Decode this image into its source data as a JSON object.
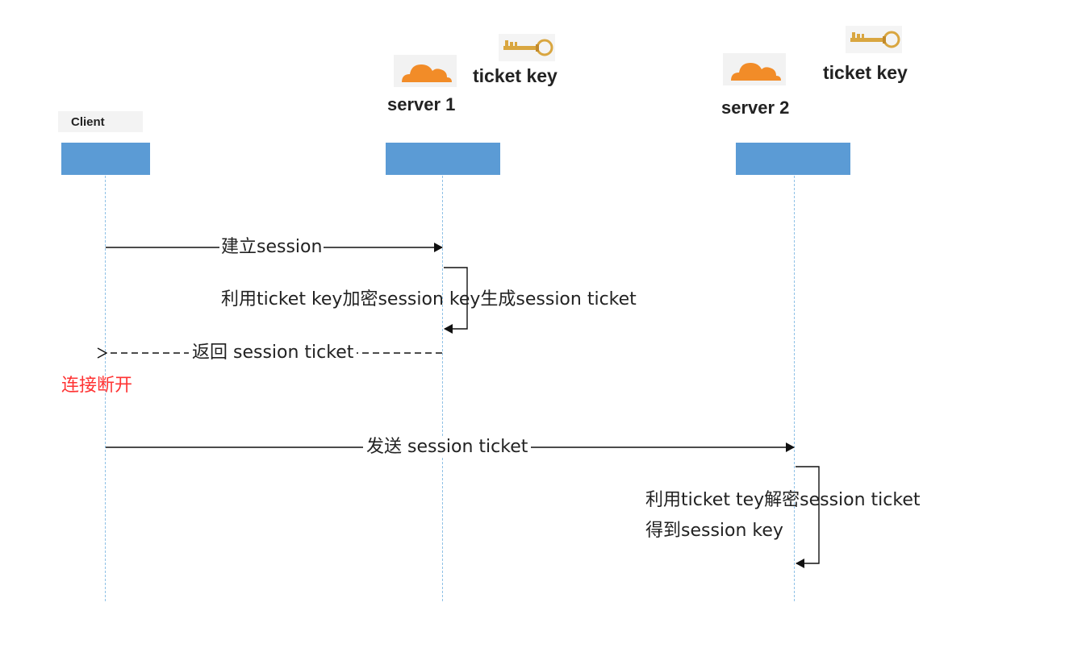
{
  "actors": {
    "client": {
      "label": "Client"
    },
    "server1": {
      "label": "server 1",
      "key_label": "ticket key"
    },
    "server2": {
      "label": "server 2",
      "key_label": "ticket key"
    }
  },
  "messages": [
    {
      "id": "m1",
      "text": "建立session",
      "from": "client",
      "to": "server1",
      "style": "solid"
    },
    {
      "id": "m2",
      "text": "利用ticket key加密session key生成session ticket",
      "from": "server1",
      "to": "server1",
      "style": "self"
    },
    {
      "id": "m3",
      "text": "返回 session ticket",
      "from": "server1",
      "to": "client",
      "style": "dashed"
    },
    {
      "id": "m4",
      "text": "发送 session ticket",
      "from": "client",
      "to": "server2",
      "style": "solid"
    },
    {
      "id": "m5",
      "text": "利用ticket tey解密session ticket",
      "text2": "得到session key",
      "from": "server2",
      "to": "server2",
      "style": "self"
    }
  ],
  "disconnect_note": "连接断开",
  "colors": {
    "actor_box": "#5b9bd5",
    "lifeline": "#8fc1e6",
    "cloud": "#f28c28",
    "key": "#d9a640",
    "alert": "#ff3333"
  },
  "icons": [
    "cloud-icon",
    "key-icon"
  ]
}
